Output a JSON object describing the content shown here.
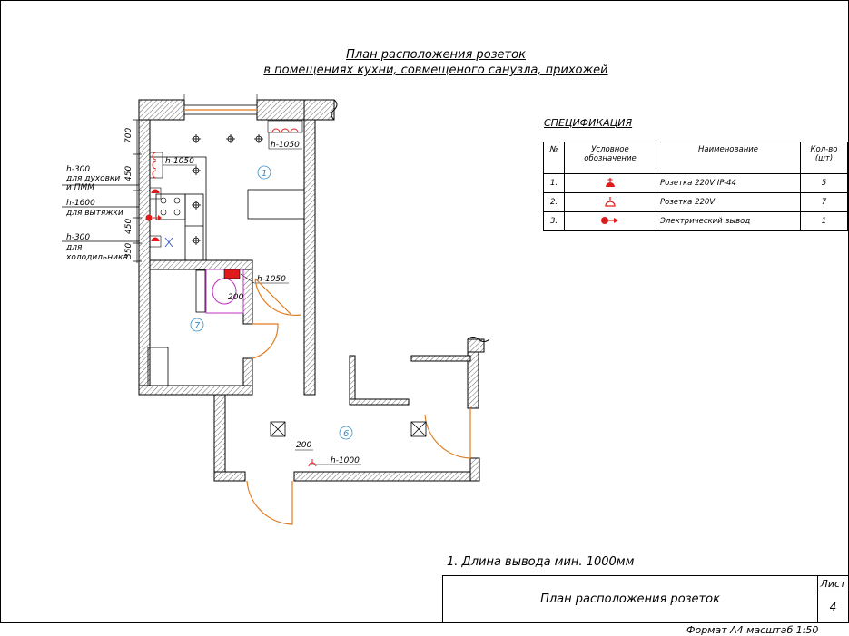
{
  "title": {
    "line1": "План расположения розеток",
    "line2": "в помещениях кухни, совмещеного санузла, прихожей"
  },
  "specification": {
    "heading": "СПЕЦИФИКАЦИЯ",
    "headers": {
      "num": "№",
      "symbol": "Условное обозначение",
      "name": "Наименование",
      "qty": "Кол-во (шт)"
    },
    "rows": [
      {
        "num": "1.",
        "symbol_icon": "socket-ip44-icon",
        "name": "Розетка 220V IP-44",
        "qty": "5"
      },
      {
        "num": "2.",
        "symbol_icon": "socket-220v-icon",
        "name": "Розетка 220V",
        "qty": "7"
      },
      {
        "num": "3.",
        "symbol_icon": "electric-outlet-icon",
        "name": "Электрический вывод",
        "qty": "1"
      }
    ]
  },
  "plan_labels": {
    "h1050_top": "h-1050",
    "h1050_left": "h-1050",
    "h1050_bath": "h-1050",
    "h1000": "h-1000",
    "dim_200_bath": "200",
    "dim_200_hall": "200",
    "dim_700": "700",
    "dim_450_a": "450",
    "dim_450_b": "450",
    "dim_350": "350",
    "oven_h": "h-300",
    "oven_for": "для духовки",
    "oven_pmm": "и ПММ",
    "hood_h": "h-1600",
    "hood_for": "для вытяжки",
    "fridge_h": "h-300",
    "fridge_for": "для",
    "fridge_name": "холодильника",
    "room_kitchen": "1",
    "room_bath": "7",
    "room_hall": "6"
  },
  "note": "1. Длина вывода мин. 1000мм",
  "stamp": {
    "title": "План расположения розеток",
    "sheet_label": "Лист",
    "sheet_number": "4"
  },
  "format": "Формат А4 масштаб 1:50",
  "colors": {
    "socket": "#e01b1b",
    "door": "#e07b1e",
    "room_label": "#3b8fc7",
    "sink": "#c033c0",
    "wall_hatch": "#000000"
  }
}
